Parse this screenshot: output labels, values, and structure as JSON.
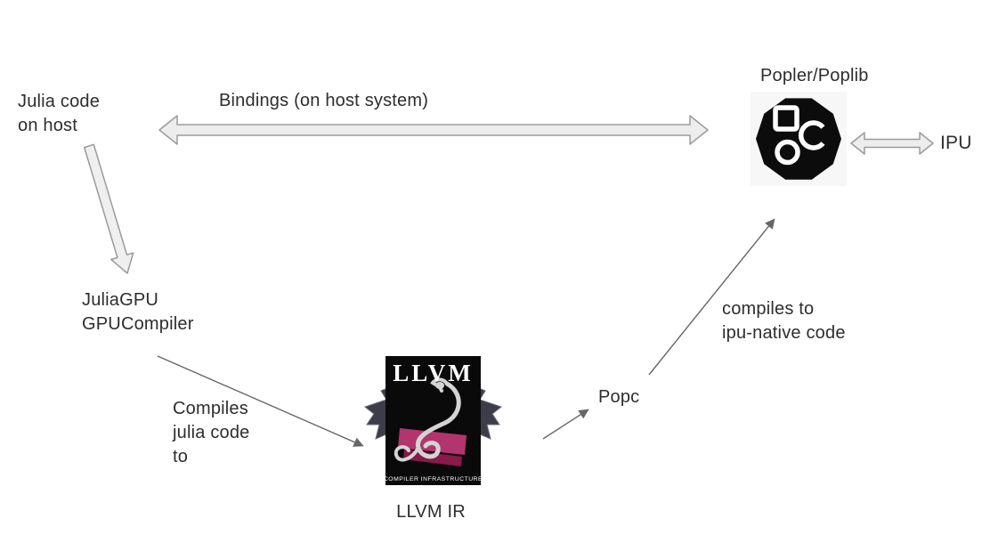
{
  "labels": {
    "julia_code": "Julia code\non host",
    "bindings": "Bindings (on host system)",
    "popler": "Popler/Poplib",
    "ipu": "IPU",
    "juliagpu": "JuliaGPU\nGPUCompiler",
    "compiles_julia": "Compiles\njulia code\nto",
    "llvm_ir": "LLVM IR",
    "popc": "Popc",
    "compiles_ipu": "compiles to\nipu-native code"
  },
  "llvm_logo": {
    "title": "LLVM",
    "subtitle": "COMPILER INFRASTRUCTURE"
  },
  "colors": {
    "text": "#2d2d2d",
    "big_arrow_fill": "#ededed",
    "big_arrow_stroke": "#9b9b9b",
    "thin_arrow": "#666666",
    "graphcore_logo_bg": "#0c0c0c",
    "llvm_box": "#0a0a0a",
    "llvm_pink": "#c43a78",
    "dragon_silver": "#d4d4d4",
    "wing_dark": "#3d3d49"
  }
}
